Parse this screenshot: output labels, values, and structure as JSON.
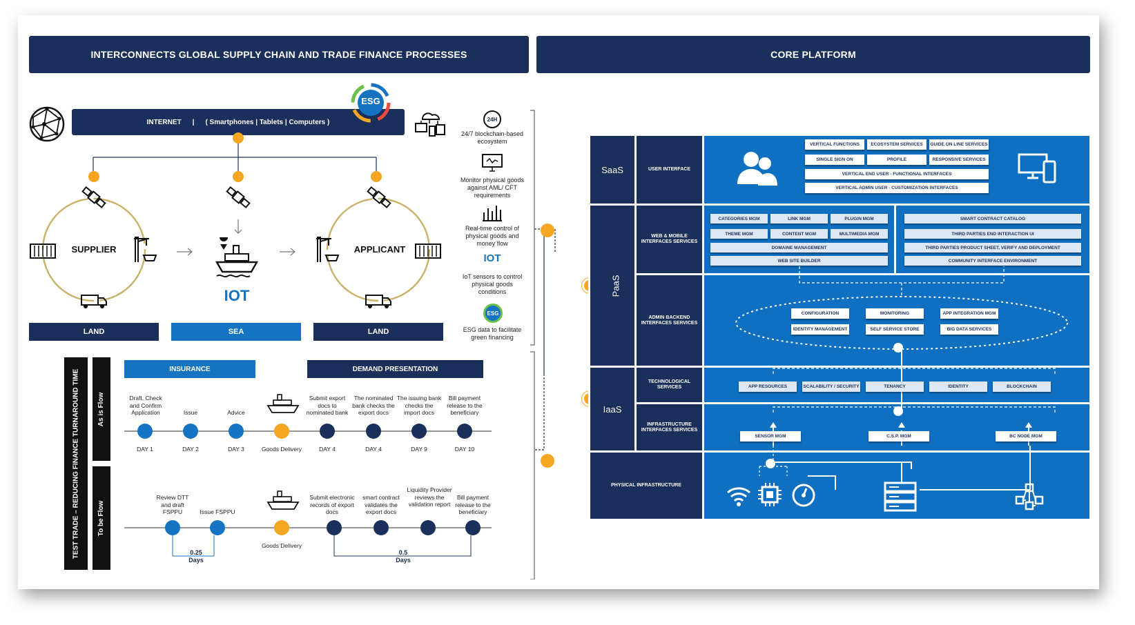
{
  "left_header": "INTERCONNECTS GLOBAL SUPPLY CHAIN AND TRADE FINANCE PROCESSES",
  "right_header": "CORE  PLATFORM",
  "internet_bar": {
    "label": "INTERNET",
    "devices": "( Smartphones | Tablets | Computers )"
  },
  "esg_badge": "ESG",
  "iot_label": "IOT",
  "cycle_labels": {
    "supplier": "SUPPLIER",
    "applicant": "APPLICANT"
  },
  "mode_bars": [
    "LAND",
    "SEA",
    "LAND"
  ],
  "features": [
    {
      "icon": "24H",
      "text": "24/7 blockchain-based ecosystem"
    },
    {
      "icon": "monitor-goods-icon",
      "text": "Monitor physical goods against AML/ CFT requirements"
    },
    {
      "icon": "realtime-control-icon",
      "text": "Real-time control of physical goods and money flow"
    },
    {
      "icon": "IOT",
      "text": "IoT sensors to control physical goods conditions"
    },
    {
      "icon": "ESG",
      "text": "ESG data to facilitate green financing"
    }
  ],
  "timeline": {
    "vertical_title": "TEST TRADE – REDUCING FINANCE TURNAROUND TIME",
    "as_is_label": "As is Flow",
    "to_be_label": "To be Flow",
    "insurance_label": "INSURANCE",
    "demand_label": "DEMAND PRESENTATION",
    "as_is_steps": [
      {
        "top": "Draft, Check and Confirm Application",
        "bottom": "DAY 1",
        "color": "blue"
      },
      {
        "top": "Issue",
        "bottom": "DAY 2",
        "color": "blue"
      },
      {
        "top": "Advice",
        "bottom": "DAY 3",
        "color": "blue"
      },
      {
        "top": "",
        "bottom": "Goods Delivery",
        "color": "orange"
      },
      {
        "top": "Submit export docs to nominated bank",
        "bottom": "DAY 4",
        "color": "navy"
      },
      {
        "top": "The nominated bank checks the export docs",
        "bottom": "DAY 4",
        "color": "navy"
      },
      {
        "top": "The issuing bank checks the import docs",
        "bottom": "DAY 9",
        "color": "navy"
      },
      {
        "top": "Bill payment release to the beneficiary",
        "bottom": "DAY 10",
        "color": "navy"
      }
    ],
    "to_be_steps": [
      {
        "top": "Review DTT and draft FSPPU",
        "color": "blue"
      },
      {
        "top": "Issue FSPPU",
        "color": "blue"
      },
      {
        "top": "",
        "bottom": "Goods Delivery",
        "color": "orange"
      },
      {
        "top": "Submit  electronic records of export docs",
        "color": "navy"
      },
      {
        "top": "smart contract validates the export docs",
        "color": "navy"
      },
      {
        "top": "Liquidity Provider  reviews the validation report",
        "color": "navy"
      },
      {
        "top": "Bill payment release to the beneficiary",
        "color": "navy"
      }
    ],
    "bracket_1": {
      "value": "0.25",
      "unit": "Days"
    },
    "bracket_2": {
      "value": "0.5",
      "unit": "Days"
    }
  },
  "platform": {
    "layers": {
      "saas": "SaaS",
      "paas": "PaaS",
      "iaas": "IaaS"
    },
    "sections": {
      "user_interface": "USER INTERFACE",
      "web_mobile": "WEB & MOBILE INTERFACES SERVICES",
      "admin_backend": "ADMIN BACKEND INTERFACES SERVICES",
      "technological": "TECHNOLOGICAL SERVICES",
      "infrastructure": "INFRASTRUCTURE INTERFACES SERVICES",
      "physical": "PHYSICAL INFRASTRUCTURE"
    },
    "saas_pills": [
      "VERTICAL FUNCTIONS",
      "ECOSYSTEM SERVICES",
      "GUIDE ON LINE SERVICES",
      "SINGLE SIGN ON",
      "PROFILE",
      "RESPONSIVE SERVICES",
      "VERTICAL END USER - FUNCTIONAL INTERFACES",
      "VERTICAL ADMIN USER - CUSTOMIZATION INTERFACES"
    ],
    "web_pills": [
      "CATEGORIES MGM",
      "LINK MGM",
      "PLUGIN MGM",
      "THEME MGM",
      "CONTENT MGM",
      "MULTIMEDIA MGM",
      "DOMAINE MANAGEMENT",
      "WEB SITE BUILDER"
    ],
    "catalog_pills": [
      "SMART CONTRACT CATALOG",
      "THIRD PARTIES END INTERACTION UI",
      "THIRD PARTIES PRODUCT SHEET, VERIFY AND DEPLOYMENT",
      "COMMUNITY INTERFACE ENVIRONMENT"
    ],
    "admin_pills": [
      "CONFIGURATION",
      "MONITORING",
      "APP INTEGRATION MGM",
      "IDENTITY MANAGEMENT",
      "SELF SERVICE STORE",
      "BIG DATA SERVICES"
    ],
    "tech_pills": [
      "APP RESOURCES",
      "SCALABILITY / SECURITY",
      "TENANCY",
      "IDENTITY",
      "BLOCKCHAIN"
    ],
    "infra_pills": [
      "SENSOR MGM",
      "C.S.P. MGM",
      "BC NODE MGM"
    ]
  },
  "colors": {
    "navy": "#1b2f5b",
    "blue": "#1573c2",
    "platform_blue": "#0f6fc0",
    "orange": "#f5a623",
    "gold": "#c8b26a"
  }
}
